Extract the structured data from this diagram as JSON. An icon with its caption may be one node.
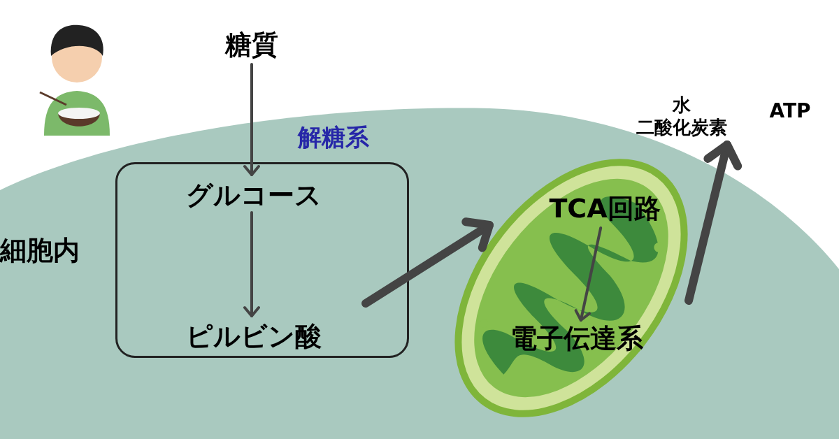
{
  "diagram": {
    "nodes": [
      {
        "text": [
          "糖質"
        ]
      },
      {
        "text": [
          "解糖系"
        ]
      },
      {
        "text": [
          "グルコース"
        ],
        "in": 1
      },
      {
        "text": [
          "ピルビン酸"
        ],
        "in": 1
      },
      {
        "text": [],
        "shape": "picture"
      },
      {
        "text": [
          "TCA回路"
        ],
        "in": 4
      },
      {
        "text": [
          "電子伝達系"
        ],
        "in": 4
      },
      {
        "text": [
          "水",
          "二酸化炭素"
        ]
      },
      {
        "text": [
          "ATP"
        ]
      }
    ],
    "edges": [
      {
        "from": 0,
        "to": 2,
        "arrow": "to"
      },
      {
        "from": 2,
        "to": 3,
        "arrow": "to"
      },
      {
        "from": 3,
        "to": 4,
        "arrow": "to",
        "style": "thick"
      },
      {
        "from": 5,
        "to": 6,
        "arrow": "to"
      },
      {
        "from": 4,
        "to": 7,
        "arrow": "to",
        "style": "thick"
      }
    ],
    "labels": [
      "細胞内"
    ]
  }
}
